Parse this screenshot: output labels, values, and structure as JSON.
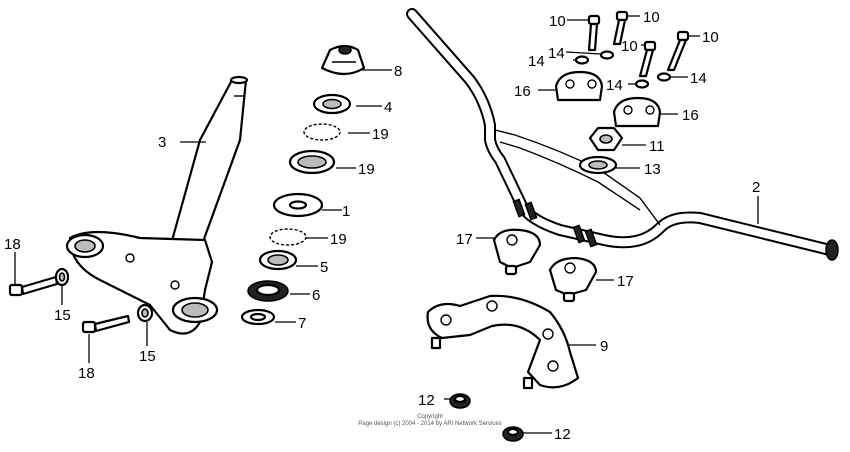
{
  "diagram": {
    "callouts": [
      "1",
      "2",
      "3",
      "4",
      "5",
      "6",
      "7",
      "8",
      "9",
      "10",
      "10",
      "10",
      "10",
      "11",
      "12",
      "12",
      "13",
      "14",
      "14",
      "14",
      "14",
      "15",
      "15",
      "16",
      "16",
      "17",
      "17",
      "18",
      "18",
      "19",
      "19",
      "19"
    ]
  },
  "footer": {
    "line1": "Copyright",
    "line2": "Page design (c) 2004 - 2014 by ARI Network Services"
  }
}
